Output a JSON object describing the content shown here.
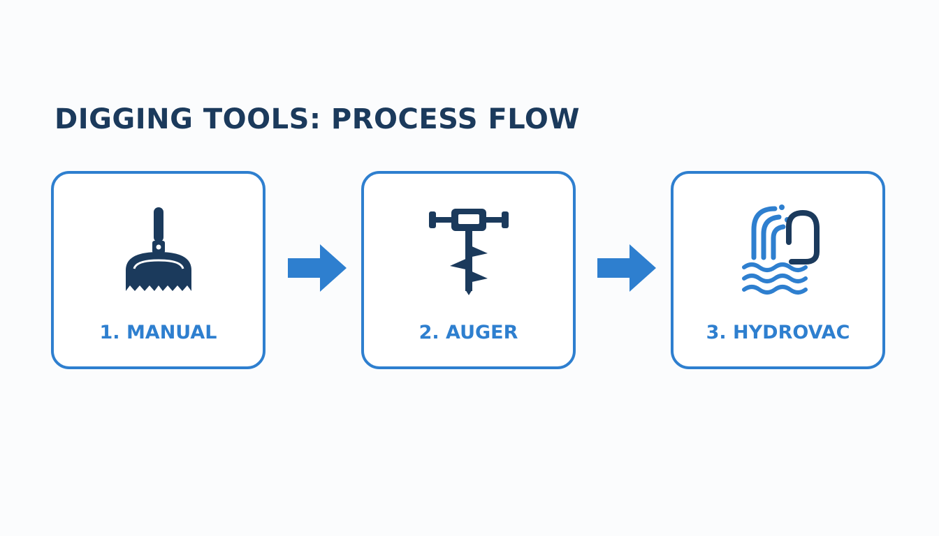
{
  "title": "DIGGING TOOLS: PROCESS FLOW",
  "steps": [
    {
      "label": "1. MANUAL",
      "icon": "shovel-icon"
    },
    {
      "label": "2. AUGER",
      "icon": "auger-icon"
    },
    {
      "label": "3. HYDROVAC",
      "icon": "hydrovac-icon"
    }
  ],
  "colors": {
    "navy": "#1b3a5c",
    "accent_blue": "#2e7fcf",
    "background": "#fbfcfd"
  }
}
